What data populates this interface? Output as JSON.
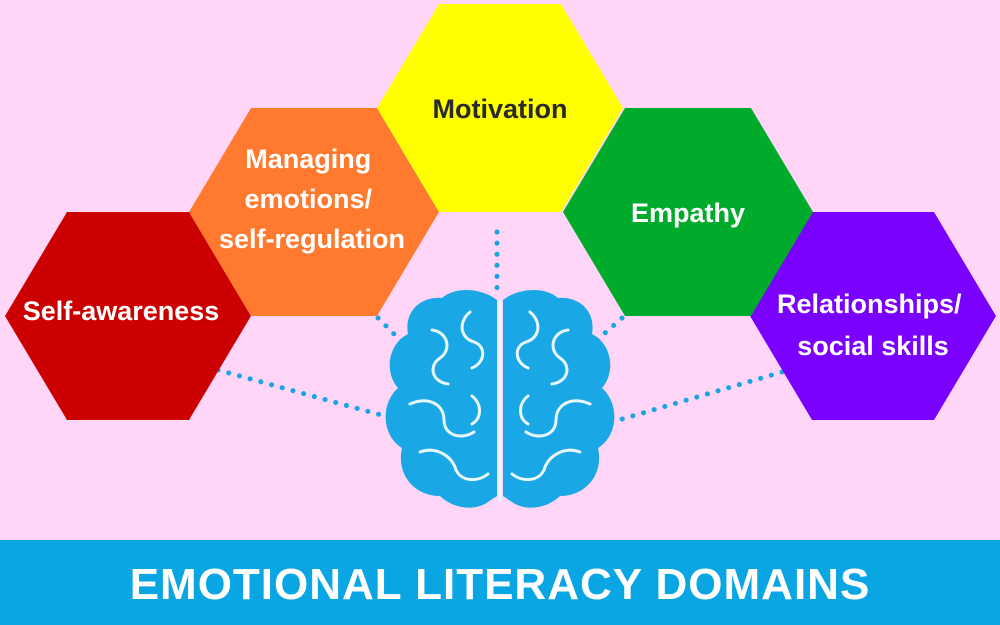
{
  "domains": [
    {
      "id": "self-awareness",
      "lines": [
        "Self-awareness"
      ],
      "fill": "#cc0000",
      "text_color": "#ffffff"
    },
    {
      "id": "managing-emotions",
      "lines": [
        "Managing",
        "emotions/",
        "self-regulation"
      ],
      "fill": "#ff7a2e",
      "text_color": "#ffffff"
    },
    {
      "id": "motivation",
      "lines": [
        "Motivation"
      ],
      "fill": "#ffff00",
      "text_color": "#2a2a2a"
    },
    {
      "id": "empathy",
      "lines": [
        "Empathy"
      ],
      "fill": "#00aa2b",
      "text_color": "#ffffff"
    },
    {
      "id": "relationships",
      "lines": [
        "Relationships/",
        "social skills"
      ],
      "fill": "#7a00ff",
      "text_color": "#ffffff"
    }
  ],
  "banner": {
    "title": "EMOTIONAL LITERACY DOMAINS",
    "fill": "#0aa5e3",
    "text_color": "#ffffff"
  },
  "brain": {
    "icon": "brain-icon",
    "fill": "#1aa7e6",
    "line_color": "#e9f7ff"
  },
  "colors": {
    "background": "#ffd6f7",
    "connector": "#19a4e3"
  }
}
